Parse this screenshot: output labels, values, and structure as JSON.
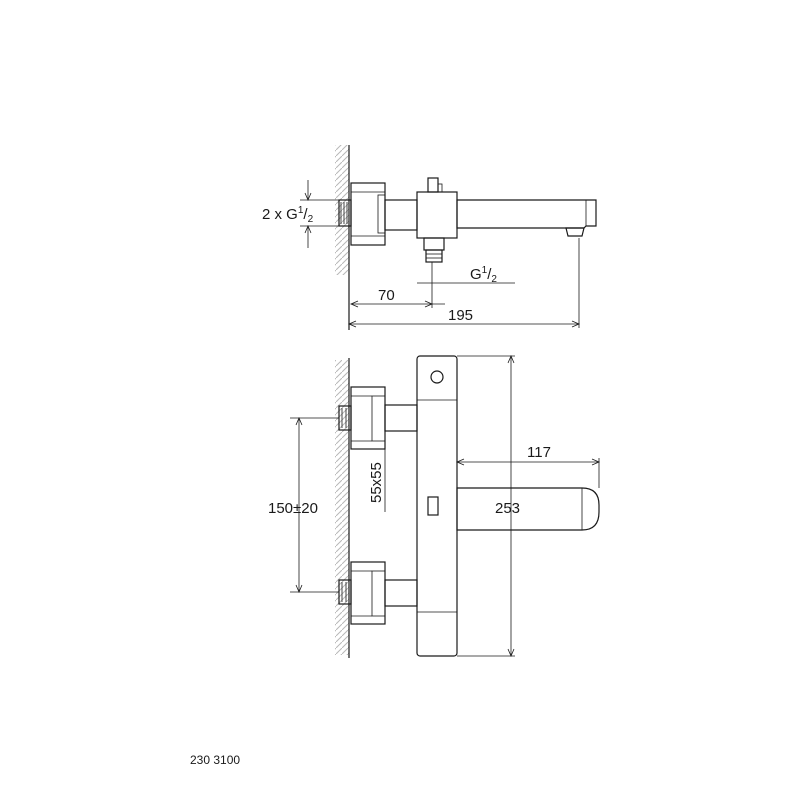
{
  "dimensions": {
    "connection_top": {
      "prefix": "2 x G",
      "sup": "1",
      "slash": "/",
      "sub": "2"
    },
    "outlet_thread": {
      "prefix": "G",
      "sup": "1",
      "slash": "/",
      "sub": "2"
    },
    "d70": "70",
    "d195": "195",
    "d117": "117",
    "d253": "253",
    "d150": "150±20",
    "d55": "55x55"
  },
  "product_code": "230 3100"
}
